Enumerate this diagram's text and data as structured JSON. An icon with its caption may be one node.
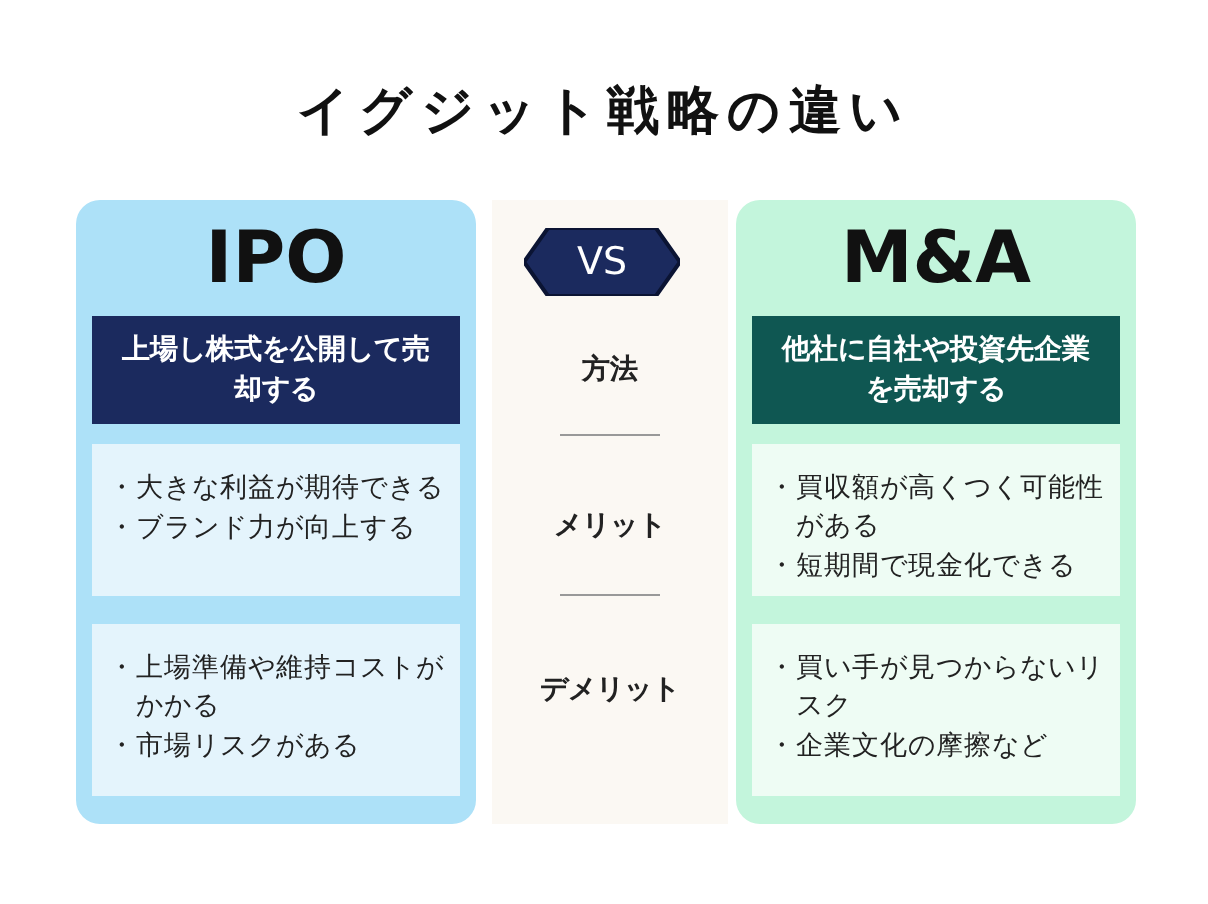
{
  "diagram": {
    "title": "イグジット戦略の違い",
    "nodes": [
      {
        "text": [
          "IPO"
        ]
      },
      {
        "text": [
          "上場し株式を公開して売却する"
        ],
        "in": 0
      },
      {
        "text": [
          "・大きな利益が期待できる",
          "・ブランド力が向上する"
        ],
        "in": 0
      },
      {
        "text": [
          "・上場準備や維持コストがかかる",
          "・市場リスクがある"
        ],
        "in": 0
      },
      {
        "text": [
          "方法",
          "メリット",
          "デメリット"
        ]
      },
      {
        "text": [
          "VS"
        ],
        "in": 4
      },
      {
        "text": [
          "M&A"
        ]
      },
      {
        "text": [
          "他社に自社や投資先企業を売却する"
        ],
        "in": 6
      },
      {
        "text": [
          "・買収額が高くつく可能性がある",
          "・短期間で現金化できる"
        ],
        "in": 6
      },
      {
        "text": [
          "・買い手が見つからないリスク",
          "・企業文化の摩擦など"
        ],
        "in": 6
      }
    ],
    "edges": []
  }
}
